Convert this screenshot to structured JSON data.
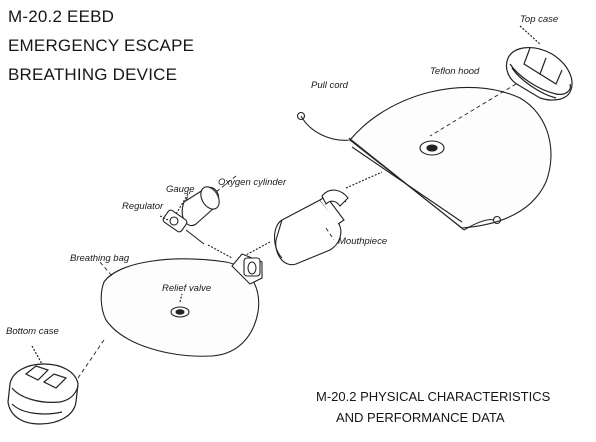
{
  "title": {
    "line1": "M-20.2 EEBD",
    "line2": "EMERGENCY ESCAPE",
    "line3": "BREATHING DEVICE"
  },
  "footer": {
    "line1": "M-20.2 PHYSICAL CHARACTERISTICS",
    "line2": "AND PERFORMANCE DATA"
  },
  "labels": {
    "top_case": "Top case",
    "teflon_hood": "Teflon hood",
    "pull_cord": "Pull cord",
    "gauge": "Gauge",
    "oxygen_cylinder": "Oxygen cylinder",
    "regulator": "Regulator",
    "mouthpiece": "Mouthpiece",
    "breathing_bag": "Breathing bag",
    "relief_valve": "Relief valve",
    "bottom_case": "Bottom case"
  }
}
